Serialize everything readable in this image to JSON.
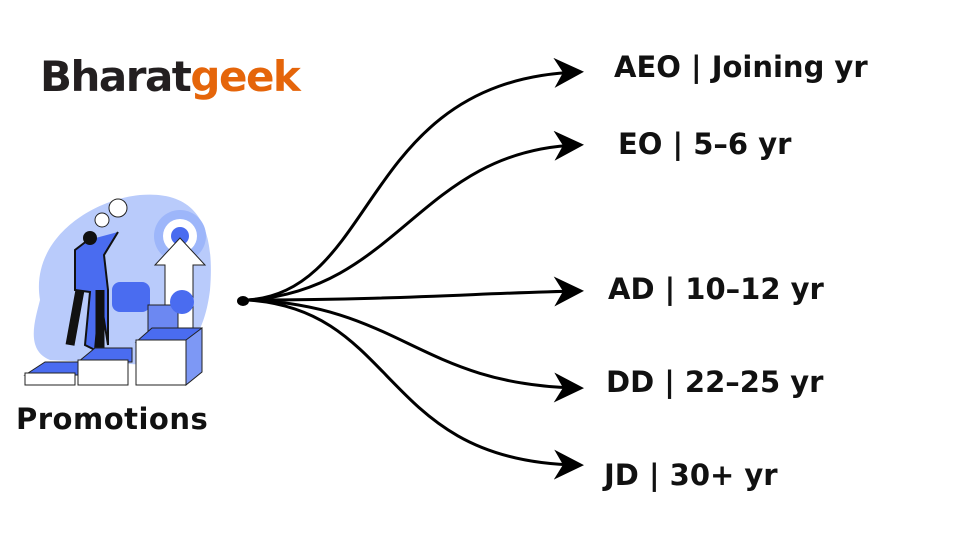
{
  "logo": {
    "part1": "Bharat",
    "part2": "geek"
  },
  "caption": "Promotions",
  "branches": [
    {
      "label": "AEO | Joining yr"
    },
    {
      "label": "EO | 5–6 yr"
    },
    {
      "label": "AD | 10–12 yr"
    },
    {
      "label": "DD | 22–25 yr"
    },
    {
      "label": "JD | 30+ yr"
    }
  ],
  "colors": {
    "brand_dark": "#231f20",
    "brand_orange": "#e5650a",
    "illustration_blue": "#4a6cf0"
  }
}
